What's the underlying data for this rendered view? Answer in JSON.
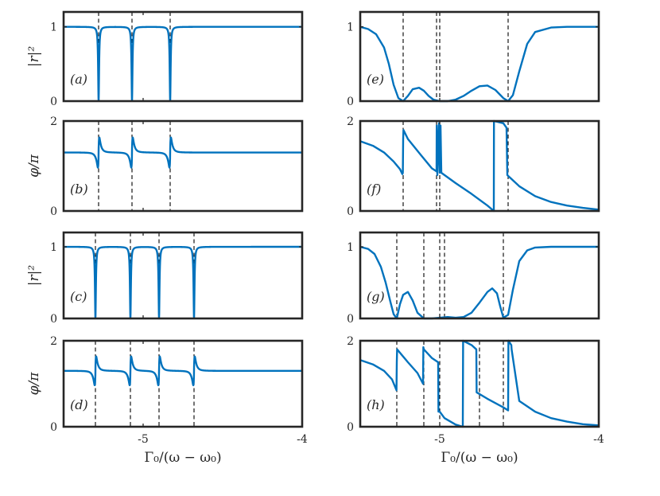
{
  "chart_data": [
    {
      "id": "a",
      "type": "line",
      "panel_label": "(a)",
      "ylabel": "|r|²",
      "xlim": [
        -5.5,
        -4
      ],
      "ylim": [
        0,
        1.2
      ],
      "yticks": [
        "0",
        "1"
      ],
      "xticks": [],
      "resonances": [
        -5.28,
        -5.07,
        -4.83
      ],
      "baseline": 1.0,
      "dashed_lines": [
        -5.28,
        -5.07,
        -4.83
      ]
    },
    {
      "id": "b",
      "type": "line",
      "panel_label": "(b)",
      "ylabel": "φ/π",
      "xlim": [
        -5.5,
        -4
      ],
      "ylim": [
        0,
        2
      ],
      "yticks": [
        "0",
        "2"
      ],
      "xticks": [],
      "resonances": [
        -5.28,
        -5.07,
        -4.83
      ],
      "baseline": 1.3,
      "dashed_lines": [
        -5.28,
        -5.07,
        -4.83
      ]
    },
    {
      "id": "c",
      "type": "line",
      "panel_label": "(c)",
      "ylabel": "|r|²",
      "xlim": [
        -5.5,
        -4
      ],
      "ylim": [
        0,
        1.2
      ],
      "yticks": [
        "0",
        "1"
      ],
      "xticks": [],
      "resonances": [
        -5.3,
        -5.08,
        -4.9,
        -4.68
      ],
      "baseline": 1.0,
      "dashed_lines": [
        -5.3,
        -5.08,
        -4.9,
        -4.68
      ]
    },
    {
      "id": "d",
      "type": "line",
      "panel_label": "(d)",
      "ylabel": "φ/π",
      "xlim": [
        -5.5,
        -4
      ],
      "ylim": [
        0,
        2
      ],
      "yticks": [
        "0",
        "2"
      ],
      "xticks": [
        "-5",
        "-4"
      ],
      "xlabel": "Γ₀/(ω − ω₀)",
      "resonances": [
        -5.3,
        -5.08,
        -4.9,
        -4.68
      ],
      "baseline": 1.3,
      "dashed_lines": [
        -5.3,
        -5.08,
        -4.9,
        -4.68
      ]
    },
    {
      "id": "e",
      "type": "line",
      "panel_label": "(e)",
      "xlim": [
        -5.5,
        -4
      ],
      "ylim": [
        0,
        1.2
      ],
      "yticks": [
        "0",
        "1"
      ],
      "xticks": [],
      "dashed_lines": [
        -5.23,
        -5.02,
        -5.0,
        -4.57
      ],
      "x": [
        -5.5,
        -5.45,
        -5.4,
        -5.35,
        -5.32,
        -5.29,
        -5.26,
        -5.23,
        -5.2,
        -5.17,
        -5.13,
        -5.1,
        -5.07,
        -5.04,
        -5.0,
        -4.95,
        -4.9,
        -4.85,
        -4.8,
        -4.75,
        -4.7,
        -4.65,
        -4.6,
        -4.57,
        -4.54,
        -4.5,
        -4.45,
        -4.4,
        -4.3,
        -4.2,
        -4.1,
        -4.0
      ],
      "y": [
        1.0,
        0.97,
        0.9,
        0.72,
        0.5,
        0.22,
        0.04,
        0.0,
        0.07,
        0.16,
        0.18,
        0.14,
        0.07,
        0.02,
        0.0,
        0.0,
        0.02,
        0.07,
        0.14,
        0.2,
        0.21,
        0.15,
        0.04,
        0.0,
        0.08,
        0.4,
        0.77,
        0.93,
        0.99,
        1.0,
        1.0,
        1.0
      ]
    },
    {
      "id": "f",
      "type": "line",
      "panel_label": "(f)",
      "xlim": [
        -5.5,
        -4
      ],
      "ylim": [
        0,
        2
      ],
      "yticks": [
        "0",
        "2"
      ],
      "xticks": [],
      "dashed_lines": [
        -5.23,
        -5.02,
        -5.0,
        -4.57
      ],
      "x": [
        -5.5,
        -5.42,
        -5.35,
        -5.29,
        -5.25,
        -5.235,
        -5.232,
        -5.23,
        -5.228,
        -5.2,
        -5.12,
        -5.05,
        -5.02,
        -5.019,
        -5.015,
        -5.005,
        -5.0,
        -4.995,
        -4.99,
        -4.9,
        -4.8,
        -4.7,
        -4.66,
        -4.659,
        -4.6,
        -4.58,
        -4.575,
        -4.57,
        -4.5,
        -4.4,
        -4.3,
        -4.2,
        -4.1,
        -4.0
      ],
      "y": [
        1.55,
        1.45,
        1.3,
        1.1,
        0.93,
        0.82,
        0.85,
        1.6,
        1.8,
        1.6,
        1.25,
        0.95,
        0.88,
        1.9,
        0.8,
        1.95,
        0.85,
        1.9,
        0.85,
        0.62,
        0.38,
        0.12,
        0.0,
        2.0,
        1.95,
        1.85,
        0.8,
        0.78,
        0.55,
        0.33,
        0.2,
        0.12,
        0.07,
        0.03
      ]
    },
    {
      "id": "g",
      "type": "line",
      "panel_label": "(g)",
      "ylabel": "",
      "xlim": [
        -5.5,
        -4
      ],
      "ylim": [
        0,
        1.2
      ],
      "yticks": [
        "0",
        "1"
      ],
      "xticks": [],
      "dashed_lines": [
        -5.27,
        -5.1,
        -5.0,
        -4.97,
        -4.6
      ],
      "x": [
        -5.5,
        -5.45,
        -5.41,
        -5.37,
        -5.34,
        -5.31,
        -5.29,
        -5.27,
        -5.25,
        -5.23,
        -5.2,
        -5.17,
        -5.14,
        -5.1,
        -5.05,
        -5.0,
        -4.95,
        -4.9,
        -4.85,
        -4.8,
        -4.75,
        -4.7,
        -4.67,
        -4.64,
        -4.62,
        -4.6,
        -4.57,
        -4.54,
        -4.5,
        -4.45,
        -4.4,
        -4.3,
        -4.2,
        -4.1,
        -4.0
      ],
      "y": [
        1.0,
        0.97,
        0.9,
        0.72,
        0.5,
        0.23,
        0.06,
        0.0,
        0.2,
        0.33,
        0.37,
        0.25,
        0.08,
        0.0,
        0.0,
        0.01,
        0.02,
        0.01,
        0.02,
        0.08,
        0.22,
        0.37,
        0.42,
        0.35,
        0.17,
        0.01,
        0.05,
        0.4,
        0.8,
        0.95,
        0.99,
        1.0,
        1.0,
        1.0,
        1.0
      ]
    },
    {
      "id": "h",
      "type": "line",
      "panel_label": "(h)",
      "xlim": [
        -5.5,
        -4
      ],
      "ylim": [
        0,
        2
      ],
      "yticks": [
        "0",
        "2"
      ],
      "xticks": [
        "-5",
        "-4"
      ],
      "xlabel": "Γ₀/(ω − ω₀)",
      "dashed_lines": [
        -5.27,
        -5.1,
        -5.0,
        -4.75,
        -4.6
      ],
      "x": [
        -5.5,
        -5.42,
        -5.35,
        -5.3,
        -5.272,
        -5.27,
        -5.268,
        -5.2,
        -5.14,
        -5.105,
        -5.103,
        -5.1,
        -5.05,
        -5.01,
        -5.008,
        -5.0,
        -4.97,
        -4.9,
        -4.855,
        -4.853,
        -4.8,
        -4.77,
        -4.768,
        -4.7,
        -4.6,
        -4.57,
        -4.568,
        -4.55,
        -4.548,
        -4.5,
        -4.4,
        -4.3,
        -4.2,
        -4.1,
        -4.0
      ],
      "y": [
        1.55,
        1.45,
        1.3,
        1.1,
        0.85,
        1.5,
        1.8,
        1.5,
        1.25,
        1.0,
        1.85,
        1.8,
        1.6,
        1.5,
        0.35,
        0.35,
        0.2,
        0.05,
        0.0,
        2.0,
        1.9,
        1.8,
        0.8,
        0.65,
        0.45,
        0.38,
        2.0,
        1.9,
        1.8,
        0.6,
        0.35,
        0.2,
        0.12,
        0.06,
        0.03
      ]
    }
  ]
}
